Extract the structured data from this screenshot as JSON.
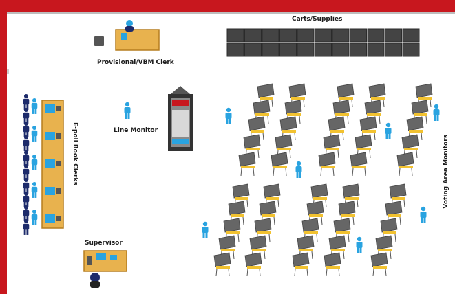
{
  "labels": {
    "carts": "Carts/Supplies",
    "provisional": "Provisional/VBM Clerk",
    "line_monitor": "Line Monitor",
    "epoll": "E-poll Book Clerks",
    "supervisor": "Supervisor",
    "voting_area": "Voting Area Monitors"
  },
  "colors": {
    "frame": "#c8171e",
    "floor": "#ffffff",
    "cart": "#444444",
    "desk": "#e8b24e",
    "booth": "#f2c230",
    "person_light": "#29a3e0",
    "person_dark": "#1d2b6b"
  },
  "icons": [
    "person-icon",
    "voting-booth-icon",
    "cart-icon",
    "desk-icon",
    "printer-icon",
    "poster-icon",
    "chair-icon"
  ]
}
